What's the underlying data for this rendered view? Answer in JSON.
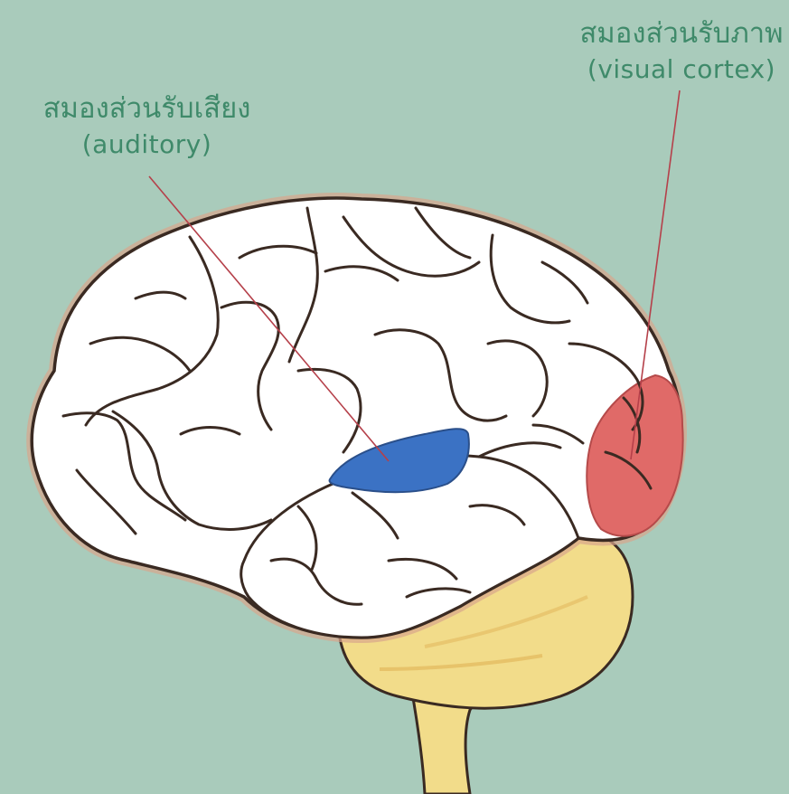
{
  "labels": {
    "auditory": {
      "thai": "สมองส่วนรับเสียง",
      "english": "(auditory)",
      "color": "#3f8a6a"
    },
    "visual": {
      "thai": "สมองส่วนรับภาพ",
      "english": "(visual cortex)",
      "color": "#3f8a6a"
    }
  },
  "colors": {
    "background": "#a9cbbb",
    "brain_fill": "#ffffff",
    "brain_outline": "#3a2a22",
    "brain_glow": "#d9a58c",
    "auditory_region": "#3b72c4",
    "visual_region": "#e06a68",
    "cerebellum_brainstem": "#f2dc8a",
    "pointer_line": "#b5404a"
  }
}
